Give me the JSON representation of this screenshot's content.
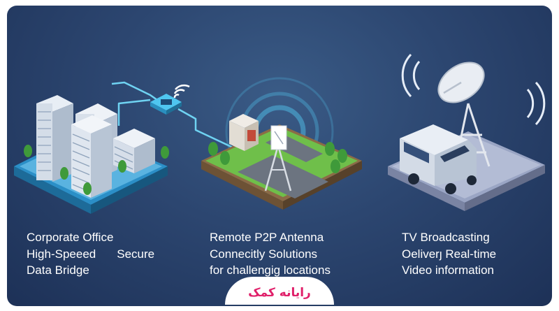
{
  "panels": [
    {
      "lines": [
        "Corporate Office",
        "High-Speeed",
        "Secure",
        "Data Bridge"
      ]
    },
    {
      "lines": [
        "Remote P2P Antenna",
        "Connecitly Solutions",
        "for challengig locations"
      ]
    },
    {
      "lines": [
        "TV Broadcasting",
        "Oeliverȷ Real-time",
        "Video information"
      ]
    }
  ],
  "logo": {
    "text": "رایانه کمک",
    "color": "#e0206a"
  },
  "colors": {
    "background": "#2c4670",
    "link": "#6fd3f2",
    "grass": "#6fbf4a"
  }
}
